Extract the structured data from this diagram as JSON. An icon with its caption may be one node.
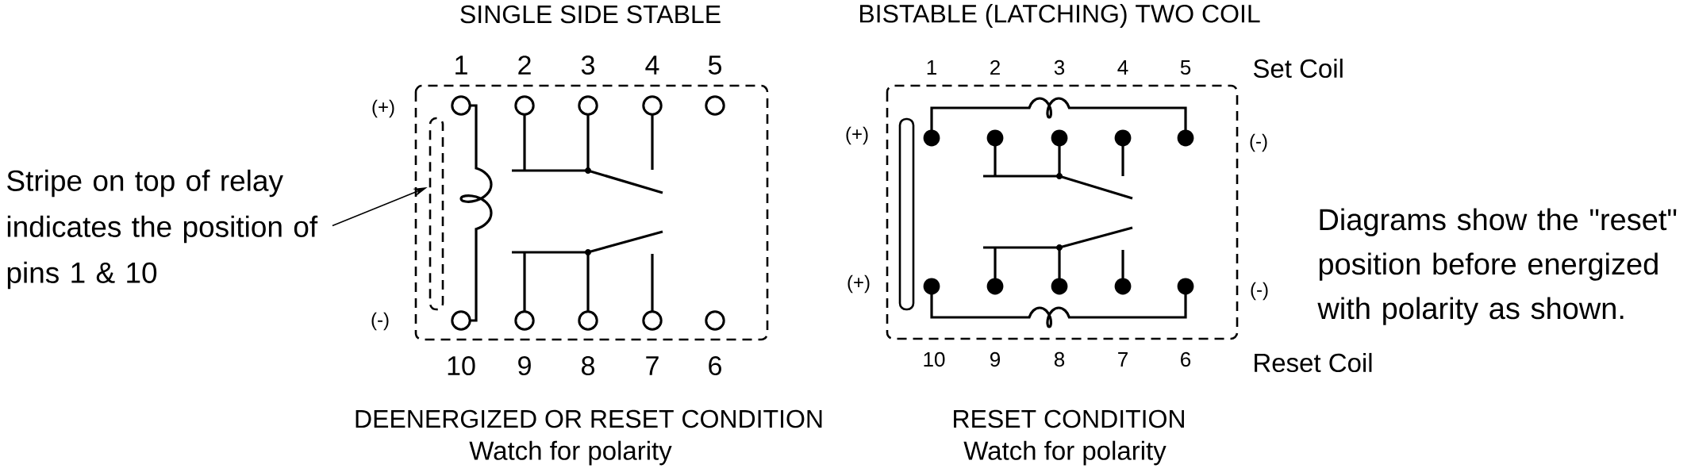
{
  "diagram": {
    "nodes": [
      {
        "text": [
          "Stripe on top of relay indicates the position of pins 1 & 10"
        ]
      },
      {
        "text": [],
        "shape": "box"
      }
    ],
    "edges": [
      {
        "from": 0,
        "to": 1,
        "arrow": "to"
      }
    ],
    "labels": [
      "SINGLE SIDE STABLE",
      "BISTABLE (LATCHING) TWO COIL",
      "1",
      "2",
      "3",
      "4",
      "5",
      "1",
      "2",
      "3",
      "4",
      "5",
      "Set Coil",
      "(+)",
      "(+)",
      "(-)",
      "Diagrams show the \"reset\" position before energized with polarity as shown.",
      "(+)",
      "(-)",
      "(-)",
      "10",
      "9",
      "8",
      "7",
      "6",
      "10",
      "9",
      "8",
      "7",
      "6",
      "Reset Coil",
      "DEENERGIZED OR RESET CONDITION",
      "RESET CONDITION",
      "Watch for polarity",
      "Watch for polarity"
    ]
  }
}
